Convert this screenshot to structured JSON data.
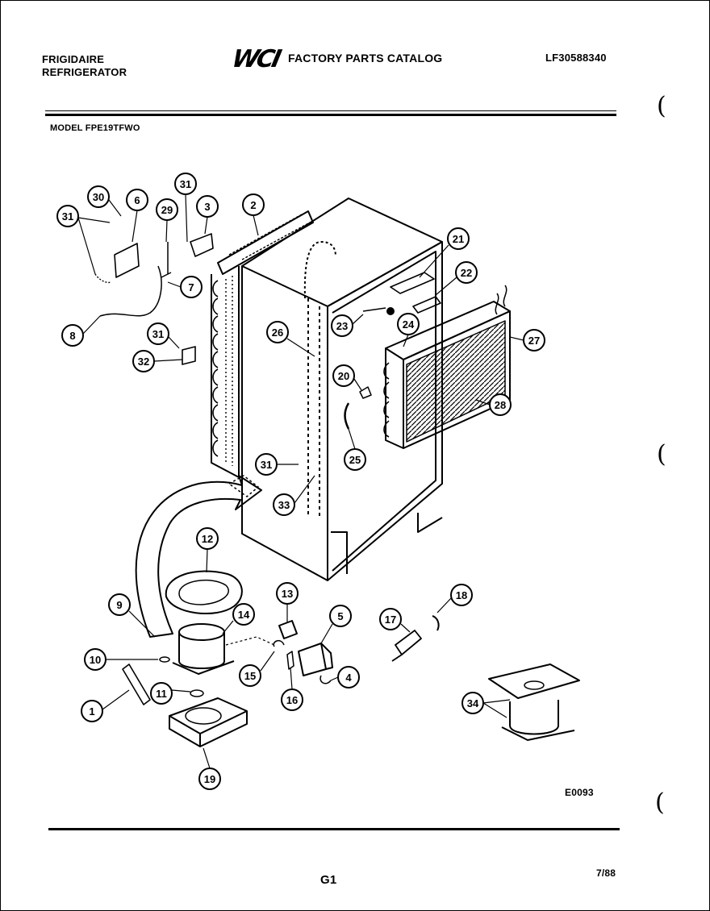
{
  "header": {
    "brand_line1": "FRIGIDAIRE",
    "brand_line2": "REFRIGERATOR",
    "logo": "WCI",
    "catalog_title": "FACTORY PARTS CATALOG",
    "catalog_number": "LF30588340"
  },
  "model": "MODEL FPE19TFWO",
  "diagram": {
    "code": "E0093",
    "callouts": [
      "1",
      "2",
      "3",
      "4",
      "5",
      "6",
      "7",
      "8",
      "9",
      "10",
      "11",
      "12",
      "13",
      "14",
      "15",
      "16",
      "17",
      "18",
      "19",
      "20",
      "21",
      "22",
      "23",
      "24",
      "25",
      "26",
      "27",
      "28",
      "29",
      "30",
      "31",
      "32",
      "33",
      "34"
    ]
  },
  "footer": {
    "page": "G1",
    "date": "7/88"
  }
}
